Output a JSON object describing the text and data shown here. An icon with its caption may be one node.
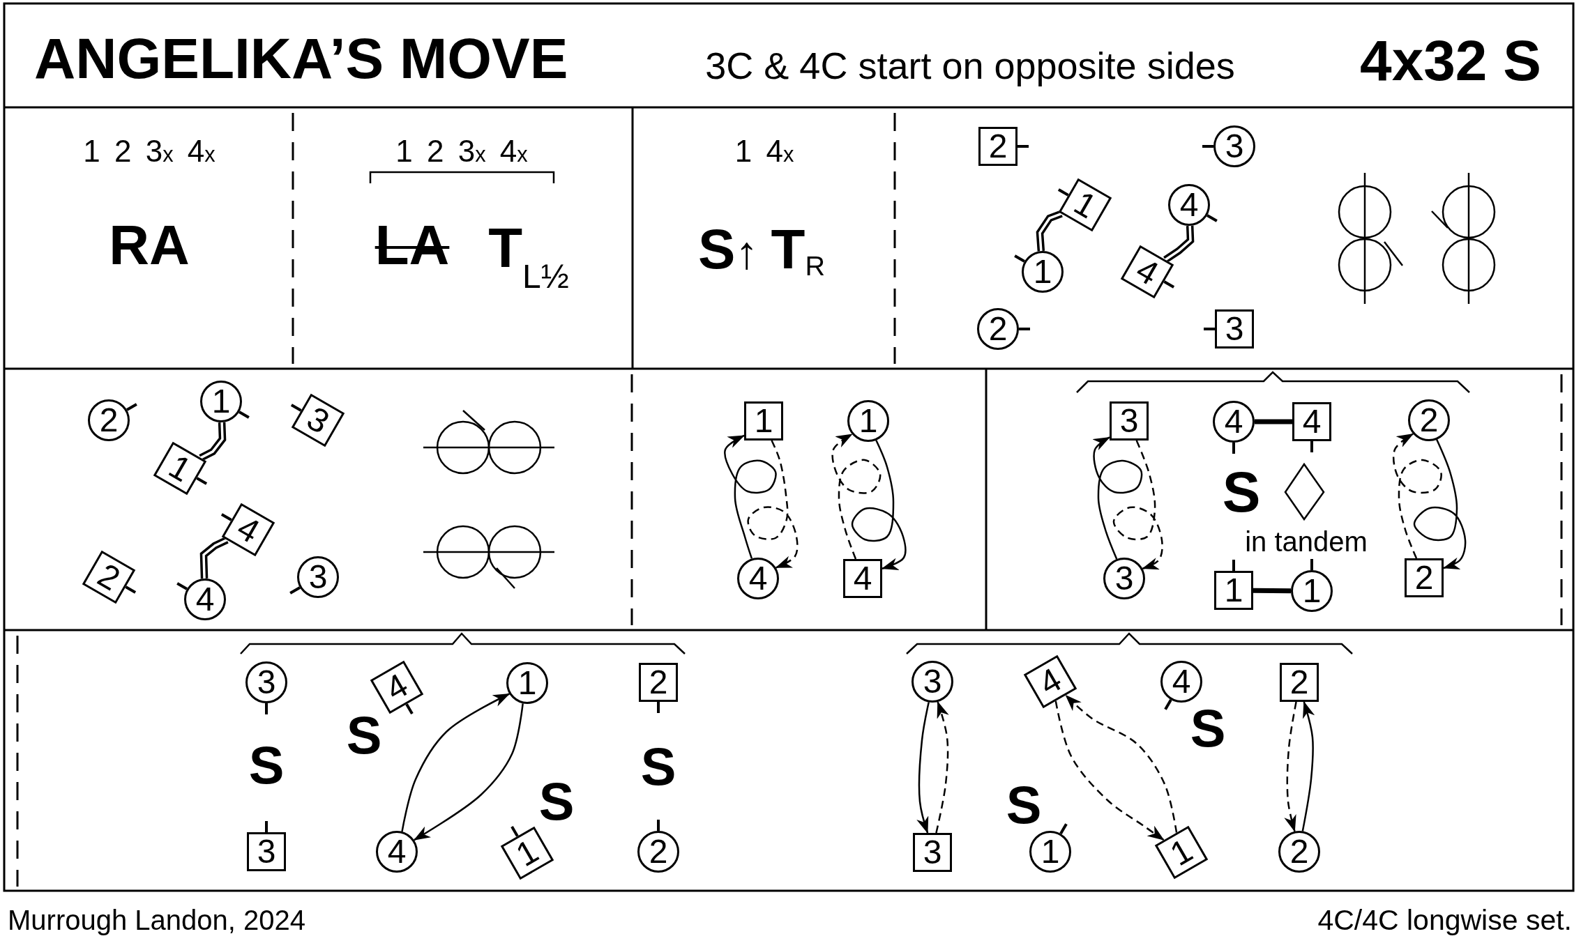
{
  "diagram": {
    "title": "ANGELIKA’S MOVE",
    "nodes": [
      {
        "text": [
          "2"
        ]
      },
      {
        "text": [
          "3"
        ]
      },
      {
        "text": [
          "1"
        ]
      },
      {
        "text": [
          "1"
        ]
      },
      {
        "text": [
          "4"
        ]
      },
      {
        "text": [
          "4"
        ]
      },
      {
        "text": [
          "2"
        ]
      },
      {
        "text": [
          "3"
        ]
      },
      {
        "text": [
          "2"
        ]
      },
      {
        "text": [
          "1"
        ]
      },
      {
        "text": [
          "3"
        ]
      },
      {
        "text": [
          "1"
        ]
      },
      {
        "text": [
          "4"
        ]
      },
      {
        "text": [
          "2"
        ]
      },
      {
        "text": [
          "3"
        ]
      },
      {
        "text": [
          "4"
        ]
      },
      {
        "text": [
          "1"
        ]
      },
      {
        "text": [
          "1"
        ]
      },
      {
        "text": [
          "4"
        ]
      },
      {
        "text": [
          "4"
        ]
      },
      {
        "text": [
          "3"
        ]
      },
      {
        "text": [
          "4"
        ]
      },
      {
        "text": [
          "4"
        ]
      },
      {
        "text": [
          "2"
        ]
      },
      {
        "text": [
          "3"
        ]
      },
      {
        "text": [
          "2"
        ]
      },
      {
        "text": [
          "1"
        ]
      },
      {
        "text": [
          "1"
        ]
      },
      {
        "text": [
          "3"
        ]
      },
      {
        "text": [
          "4"
        ]
      },
      {
        "text": [
          "1"
        ]
      },
      {
        "text": [
          "2"
        ]
      },
      {
        "text": [
          "3"
        ]
      },
      {
        "text": [
          "4"
        ]
      },
      {
        "text": [
          "1"
        ]
      },
      {
        "text": [
          "2"
        ]
      },
      {
        "text": [
          "3"
        ]
      },
      {
        "text": [
          "4"
        ]
      },
      {
        "text": [
          "4"
        ]
      },
      {
        "text": [
          "2"
        ]
      },
      {
        "text": [
          "3"
        ]
      },
      {
        "text": [
          "1"
        ]
      },
      {
        "text": [
          "1"
        ]
      },
      {
        "text": [
          "2"
        ]
      }
    ],
    "edges": [
      {
        "from": 3,
        "to": 2,
        "arrow": "none"
      },
      {
        "from": 4,
        "to": 5,
        "arrow": "none"
      },
      {
        "from": 9,
        "to": 11,
        "arrow": "none"
      },
      {
        "from": 15,
        "to": 12,
        "arrow": "none"
      },
      {
        "from": 16,
        "to": 18,
        "arrow": "to",
        "style": "dashed"
      },
      {
        "from": 17,
        "to": 19,
        "arrow": "to"
      },
      {
        "from": 18,
        "to": 16,
        "arrow": "to"
      },
      {
        "from": 19,
        "to": 17,
        "arrow": "to",
        "style": "dashed"
      },
      {
        "from": 21,
        "to": 22,
        "arrow": "none",
        "style": "thick"
      },
      {
        "from": 20,
        "to": 24,
        "arrow": "to",
        "style": "dashed"
      },
      {
        "from": 23,
        "to": 25,
        "arrow": "to"
      },
      {
        "from": 24,
        "to": 20,
        "arrow": "to"
      },
      {
        "from": 25,
        "to": 23,
        "arrow": "to",
        "style": "dashed"
      },
      {
        "from": 26,
        "to": 27,
        "arrow": "none",
        "style": "thick"
      },
      {
        "from": 30,
        "to": 33,
        "arrow": "to"
      },
      {
        "from": 33,
        "to": 30,
        "arrow": "to"
      },
      {
        "from": 36,
        "to": 40,
        "arrow": "to"
      },
      {
        "from": 37,
        "to": 42,
        "arrow": "to",
        "style": "dashed"
      },
      {
        "from": 39,
        "to": 43,
        "arrow": "to",
        "style": "dashed"
      },
      {
        "from": 40,
        "to": 36,
        "arrow": "to",
        "style": "dashed"
      },
      {
        "from": 42,
        "to": 37,
        "arrow": "to",
        "style": "dashed"
      },
      {
        "from": 43,
        "to": 39,
        "arrow": "to"
      }
    ],
    "labels": [
      "3C & 4C start on opposite sides",
      "4x32 S",
      "1 2 3$_{x}$ 4$_{x}$",
      "1 2 3$_{x}$ 4$_{x}$",
      "1 4$_{x}$",
      "RA",
      "LA",
      "**T**$_{L½}$",
      "**S**↑ **T**$_{R}$",
      "S",
      "in tandem",
      "S",
      "S",
      "S",
      "S",
      "S",
      "S",
      "Murrough Landon, 2024",
      "4C/4C longwise set."
    ]
  }
}
